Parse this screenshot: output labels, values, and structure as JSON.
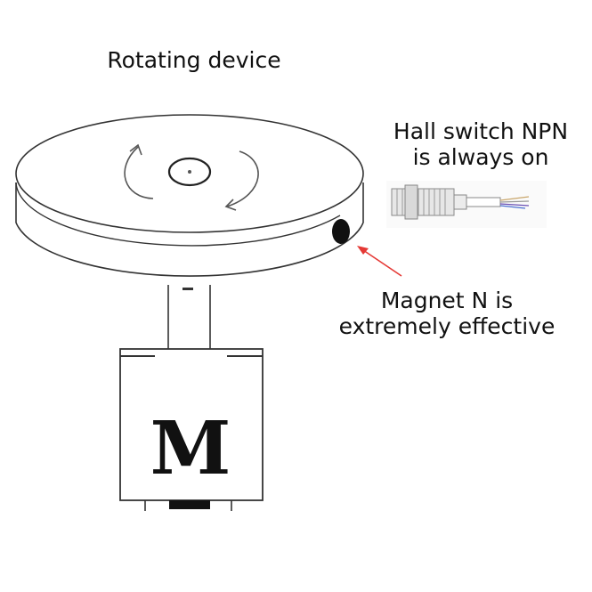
{
  "diagram": {
    "title": "Rotating device",
    "components": {
      "rotating_disc": {
        "name": "Rotating device",
        "rotation_arrows": 2
      },
      "motor": {
        "label": "M"
      },
      "sensor": {
        "lines": [
          "Hall switch NPN",
          "is always on"
        ]
      },
      "magnet": {
        "lines": [
          "Magnet N is",
          "extremely effective"
        ]
      }
    },
    "colors": {
      "line": "#333333",
      "arrow": "#e53935",
      "magnet": "#111111",
      "wire_purple": "#6a4fb3",
      "wire_tan": "#c9a66b",
      "wire_blue": "#4a6fd1"
    }
  }
}
